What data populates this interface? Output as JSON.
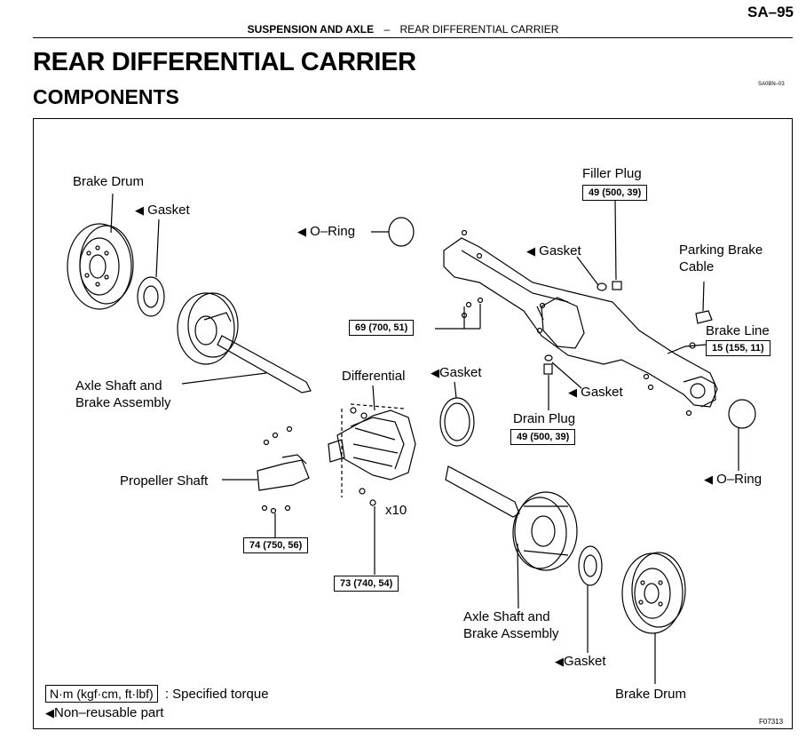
{
  "header": {
    "page_number": "SA–95",
    "section": "SUSPENSION AND AXLE",
    "separator": "–",
    "topic": "REAR DIFFERENTIAL CARRIER"
  },
  "title": "REAR DIFFERENTIAL CARRIER",
  "subtitle": "COMPONENTS",
  "doc_code": "SA0BN–03",
  "figure_code": "F07313",
  "symbols": {
    "non_reusable_marker": "◀"
  },
  "labels": {
    "brake_drum_left": "Brake Drum",
    "gasket_left": "Gasket",
    "oring_top": "O–Ring",
    "filler_plug": "Filler Plug",
    "gasket_filler": "Gasket",
    "parking_brake_line1": "Parking Brake",
    "parking_brake_line2": "Cable",
    "brake_line": "Brake Line",
    "gasket_mid": "Gasket",
    "gasket_drain": "Gasket",
    "drain_plug": "Drain Plug",
    "differential": "Differential",
    "axle_shaft_left_line1": "Axle Shaft and",
    "axle_shaft_left_line2": "Brake Assembly",
    "propeller_shaft": "Propeller Shaft",
    "x10": "x10",
    "oring_right": "O–Ring",
    "axle_shaft_right_line1": "Axle Shaft and",
    "axle_shaft_right_line2": "Brake Assembly",
    "gasket_bottom": "Gasket",
    "brake_drum_right": "Brake Drum"
  },
  "torques": {
    "filler_plug": "49 (500, 39)",
    "housing_nuts": "69 (700, 51)",
    "brake_line": "15 (155, 11)",
    "drain_plug": "49 (500, 39)",
    "propeller": "74 (750, 56)",
    "differential": "73 (740, 54)"
  },
  "legend": {
    "torque_unit": "N·m (kgf·cm, ft·lbf)",
    "torque_desc": ": Specified torque",
    "non_reusable_desc": "Non–reusable part"
  }
}
